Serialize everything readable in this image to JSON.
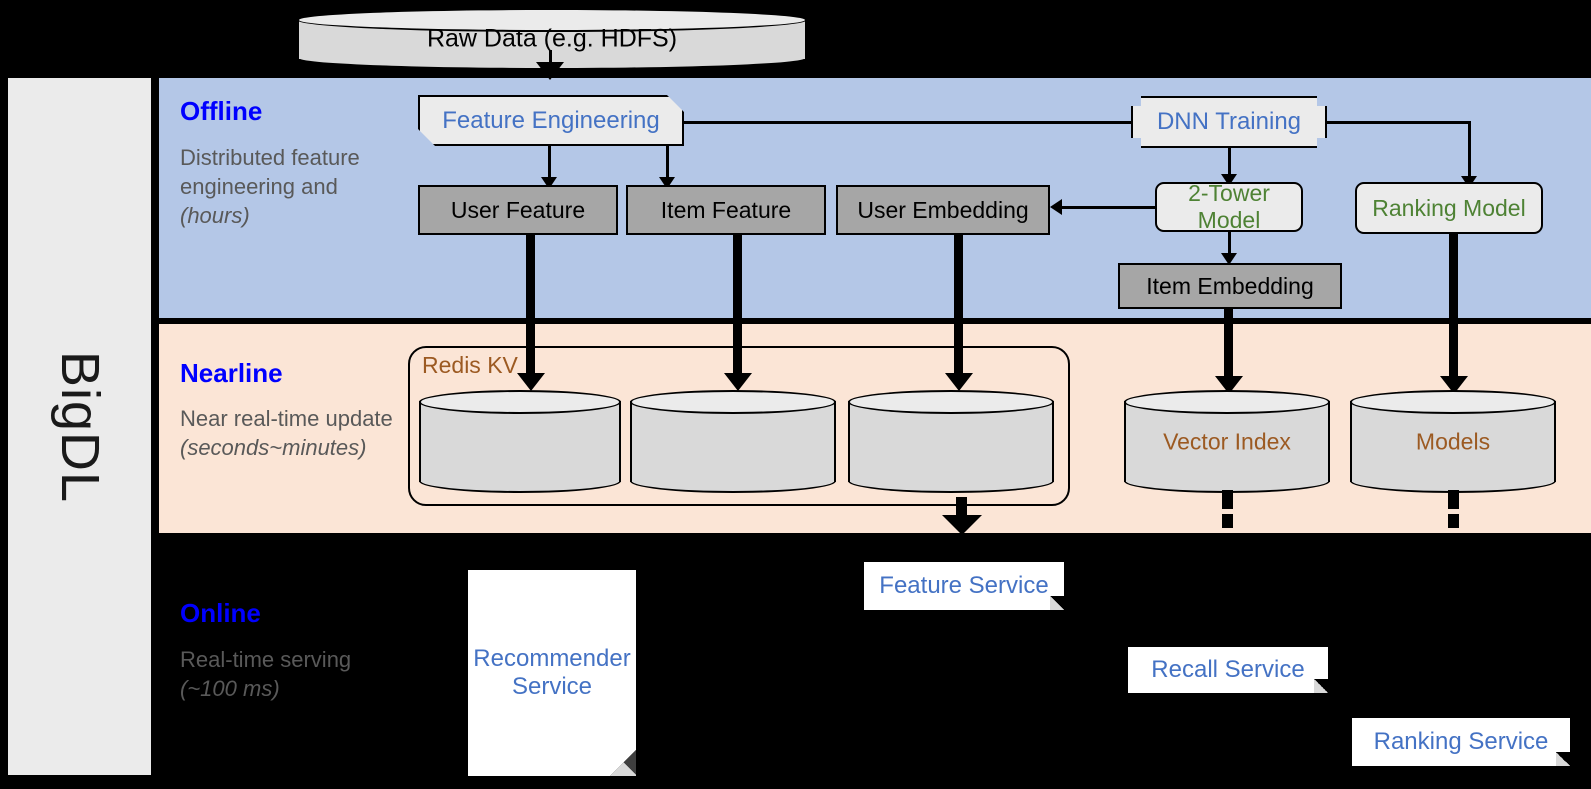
{
  "rail": {
    "label": "BigDL"
  },
  "source": {
    "label": "Raw Data (e.g. HDFS)",
    "icon": "database-cylinder-icon"
  },
  "bands": {
    "offline": {
      "title": "Offline",
      "subtitle": "Distributed feature engineering and ",
      "subtitle_em": "(hours)"
    },
    "nearline": {
      "title": "Nearline",
      "subtitle": "Near real-time update ",
      "subtitle_em": "(seconds~minutes)"
    },
    "online": {
      "title": "Online",
      "subtitle": "Real-time serving ",
      "subtitle_em": "(~100 ms)"
    }
  },
  "offline_nodes": {
    "feature_engineering": "Feature Engineering",
    "dnn_training": "DNN Training",
    "user_feature": "User Feature",
    "item_feature": "Item Feature",
    "user_embedding": "User Embedding",
    "two_tower_model": "2-Tower Model",
    "ranking_model": "Ranking Model",
    "item_embedding": "Item Embedding"
  },
  "nearline_nodes": {
    "redis_kv": "Redis KV",
    "vector_index": "Vector Index",
    "models": "Models"
  },
  "online_nodes": {
    "recommender_service_line1": "Recommender",
    "recommender_service_line2": "Service",
    "feature_service": "Feature Service",
    "recall_service": "Recall Service",
    "ranking_service": "Ranking Service"
  },
  "colors": {
    "offline_band": "#b4c7e7",
    "nearline_band": "#fbe5d6",
    "band_title": "#0000ff",
    "band_subtitle": "#595959",
    "blue_text": "#4472c4",
    "green_text": "#4e8234",
    "brown_text": "#9c5a22",
    "gray_box": "#a6a6a6",
    "light_box": "#ebebeb",
    "cylinder_body": "#d9d9d9",
    "background": "#000000",
    "rail_bg": "#ebebeb"
  }
}
